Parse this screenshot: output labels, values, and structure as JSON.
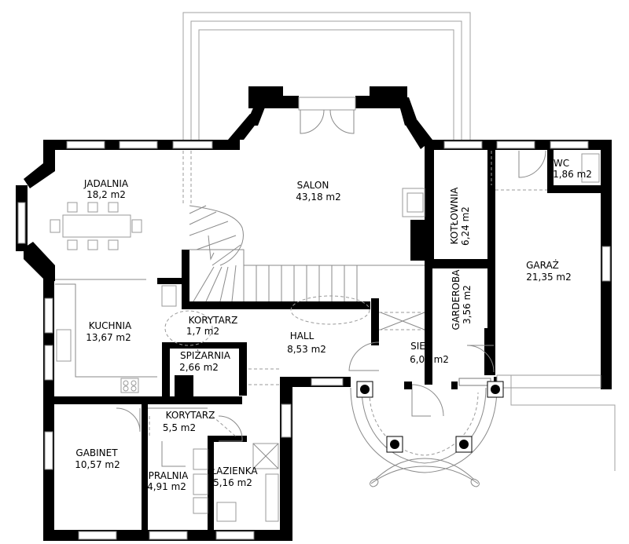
{
  "rooms": [
    {
      "id": "jadalnia",
      "name": "JADALNIA",
      "area": "18,2 m2"
    },
    {
      "id": "salon",
      "name": "SALON",
      "area": "43,18 m2"
    },
    {
      "id": "kotlownia",
      "name": "KOTŁOWNIA",
      "area": "6,24 m2"
    },
    {
      "id": "wc",
      "name": "WC",
      "area": "1,86 m2"
    },
    {
      "id": "garaz",
      "name": "GARAŻ",
      "area": "21,35 m2"
    },
    {
      "id": "garderoba",
      "name": "GARDEROBA",
      "area": "3,56 m2"
    },
    {
      "id": "kuchnia",
      "name": "KUCHNIA",
      "area": "13,67 m2"
    },
    {
      "id": "korytarz1",
      "name": "KORYTARZ",
      "area": "1,7 m2"
    },
    {
      "id": "hall",
      "name": "HALL",
      "area": "8,53 m2"
    },
    {
      "id": "sien",
      "name": "SIEŃ",
      "area": "6,01 m2"
    },
    {
      "id": "spizarnia",
      "name": "SPIŻARNIA",
      "area": "2,66 m2"
    },
    {
      "id": "korytarz2",
      "name": "KORYTARZ",
      "area": "5,5 m2"
    },
    {
      "id": "gabinet",
      "name": "GABINET",
      "area": "10,57 m2"
    },
    {
      "id": "pralnia",
      "name": "PRALNIA",
      "area": "4,91 m2"
    },
    {
      "id": "lazienka",
      "name": "ŁAZIENKA",
      "area": "5,16 m2"
    }
  ],
  "colors": {
    "wall": "#000000",
    "line": "#8a8a8a",
    "background": "#ffffff"
  }
}
